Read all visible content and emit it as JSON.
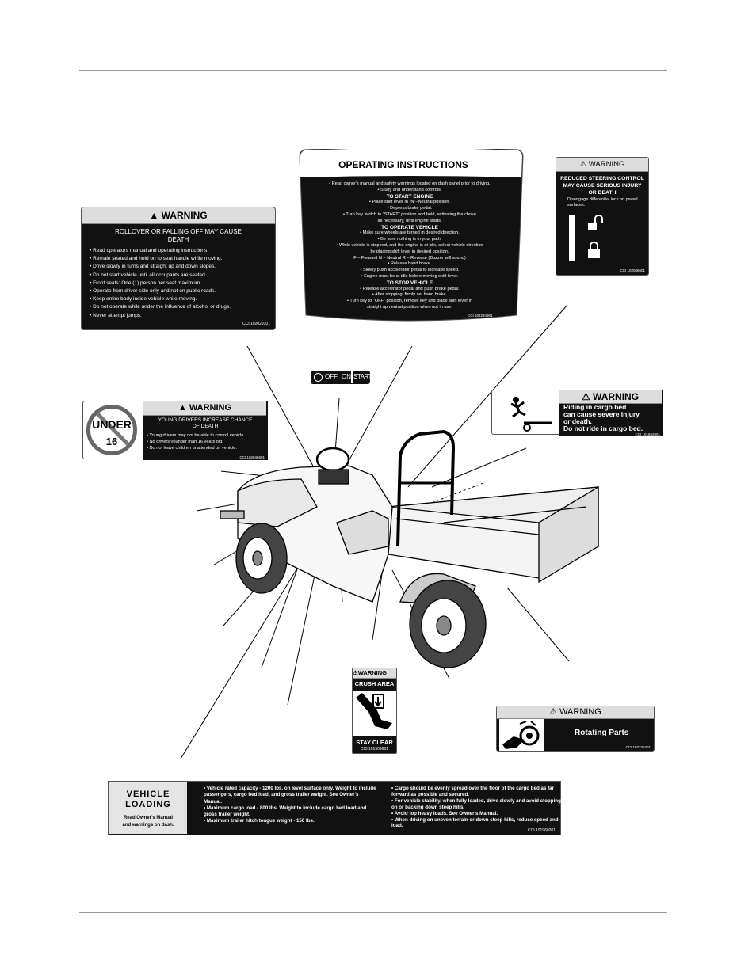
{
  "rollover": {
    "header": "WARNING",
    "title": "ROLLOVER OR FALLING OFF MAY CAUSE DEATH",
    "items": [
      "Read operators manual and operating instructions.",
      "Remain seated and hold on to seat handle while moving.",
      "Drive slowly in turns and straight up and down slopes.",
      "Do not start vehicle until all occupants are seated.",
      "Front seats: One (1) person per seat maximum.",
      "Operate from driver side only and not on public roads.",
      "Keep entire body inside vehicle while moving.",
      "Do not operate while under the influence of alcohol or drugs.",
      "Never attempt jumps."
    ],
    "part_no": "CCI 102029101"
  },
  "operating": {
    "title": "OPERATING INSTRUCTIONS",
    "lines": [
      "• Read owner's manual and safety warnings located on dash panel prior to driving.",
      "• Study and understand controls.",
      "TO START ENGINE",
      "• Place shift lever in \"N\"–Neutral position.",
      "• Depress brake pedal.",
      "• Turn key switch to \"START\" position and hold, activating the choke",
      "as necessary, until engine starts.",
      "TO OPERATE VEHICLE",
      "• Make sure wheels are turned in desired direction.",
      "• Be sure nothing is in your path.",
      "• While vehicle is stopped, and the engine is at idle, select vehicle direction",
      "by placing shift lever in desired position.",
      "F – Forward     N – Neutral     R – Reverse (Buzzer will sound)",
      "• Release hand brake.",
      "• Slowly push accelerator pedal to increase speed.",
      "• Engine must be at idle before moving shift lever.",
      "TO STOP VEHICLE",
      "• Release accelerator pedal and push brake pedal.",
      "• After stopping, firmly set hand brake.",
      "• Turn key to \"OFF\" position, remove key and place shift lever in",
      "straight up neutral position when not in use."
    ],
    "part_no": "CCI 102234901"
  },
  "steering": {
    "header": "WARNING",
    "title": "REDUCED STEERING CONTROL MAY CAUSE SERIOUS INJURY OR DEATH",
    "text": "Disengage differential lock on paved surfaces.",
    "part_no": "CCI 102046601"
  },
  "key_switch": {
    "off": "OFF",
    "on": "ON",
    "start": "START"
  },
  "under16": {
    "badge_top": "UNDER",
    "badge_num": "16",
    "header": "WARNING",
    "title": "YOUNG DRIVERS INCREASE CHANCE OF DEATH",
    "items": [
      "Young drivers may not be able to control vehicle.",
      "No drivers younger than 16 years old.",
      "Do not leave children unattended on vehicle."
    ],
    "part_no": "CCI 102046601"
  },
  "cargo_riding": {
    "header": "WARNING",
    "lines": [
      "Riding in cargo bed",
      "can cause severe injury",
      "or death.",
      "Do not ride in cargo bed."
    ],
    "part_no": "CCI 101652901"
  },
  "crush": {
    "header": "WARNING",
    "top": "CRUSH AREA",
    "bottom": "STAY CLEAR",
    "part_no": "CCI 101509601"
  },
  "rotating": {
    "header": "WARNING",
    "text": "Rotating Parts",
    "part_no": "CCI 102326401"
  },
  "loading": {
    "title_1": "VEHICLE",
    "title_2": "LOADING",
    "sub_1": "Read Owner's Manual",
    "sub_2": "and warnings on dash.",
    "col1": [
      "Vehicle rated capacity - 1200 lbs. on level surface only. Weight to include passengers, cargo bed load, and gross trailer weight.  See Owner's Manual.",
      "Maximum cargo load - 800 lbs.  Weight to include cargo bed load and gross trailer weight.",
      "Maximum trailer hitch tongue weight - 150 lbs."
    ],
    "col2": [
      "Cargo should be evenly spread over the floor of the cargo bed as far forward as possible and secured.",
      "For vehicle stability, when fully loaded, drive slowly and avoid stopping on or backing down steep hills.",
      "Avoid top heavy loads.  See Owner's Manual.",
      "When driving on uneven terrain or down steep hills, reduce speed and load."
    ],
    "part_no": "CCI 101960201"
  }
}
